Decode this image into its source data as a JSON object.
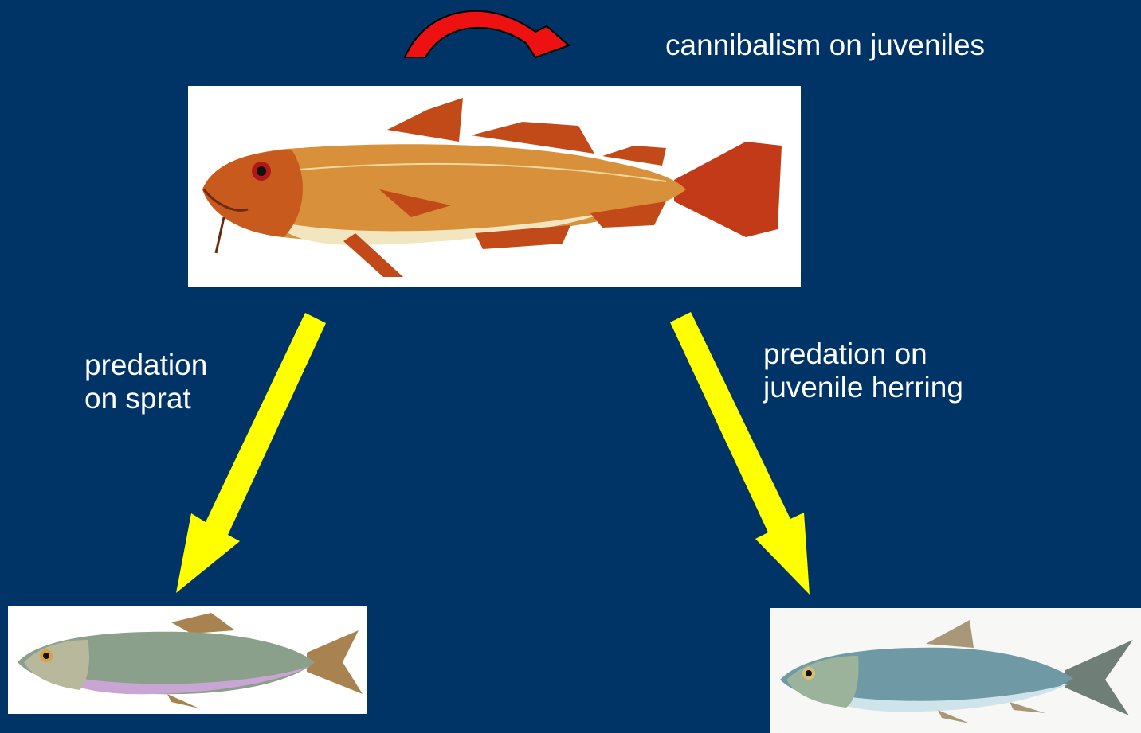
{
  "labels": {
    "cannibalism": "cannibalism on juveniles",
    "sprat": [
      "predation",
      "on sprat"
    ],
    "herring": [
      "predation on",
      "juvenile herring"
    ]
  },
  "icons": {
    "cannibalism_arrow": "curved-arrow-icon",
    "predation_arrows": "arrow-down-icon"
  },
  "colors": {
    "background": "#003366",
    "text": "#ffffff",
    "cannibalism_arrow": "#ee1111",
    "predation_arrow": "#ffff00",
    "cod": "#c85a1e",
    "sprat": "#8a9a7a",
    "herring": "#7aa0a8"
  }
}
